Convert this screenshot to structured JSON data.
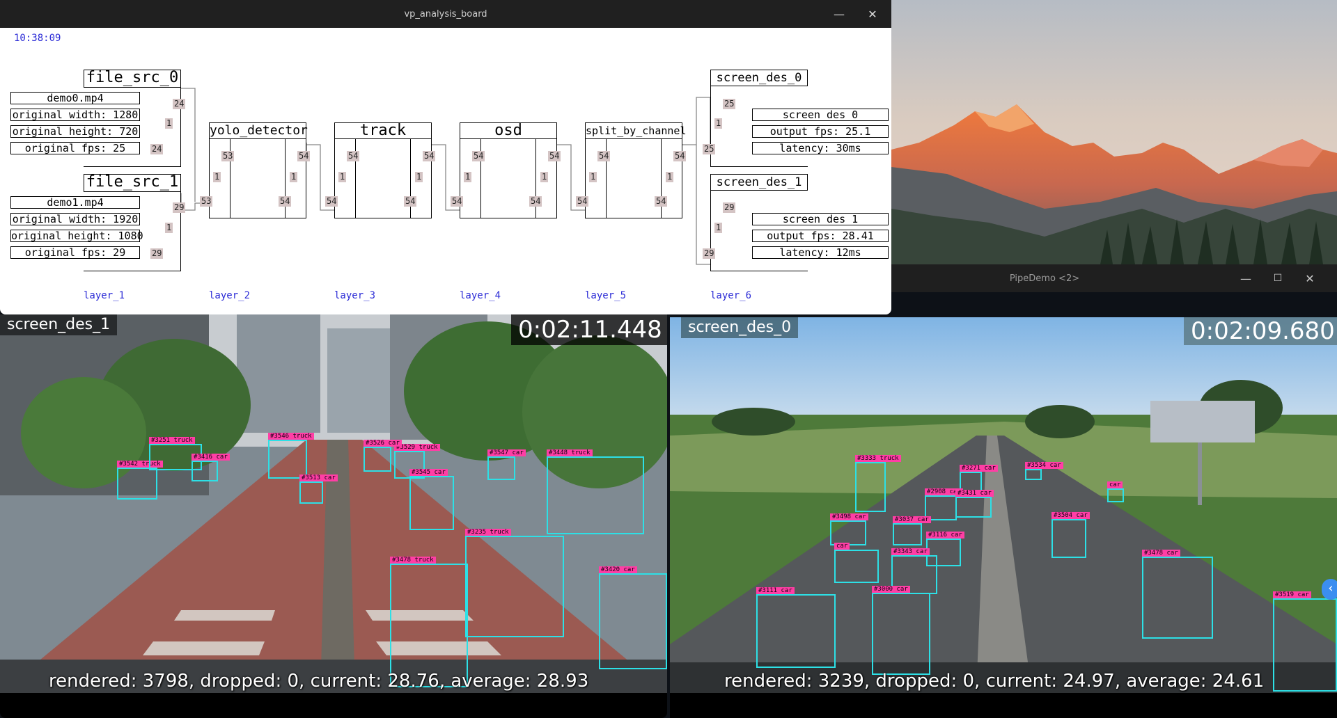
{
  "board": {
    "title": "vp_analysis_board",
    "clock": "10:38:09",
    "minimize": "—",
    "close": "✕",
    "nodes": {
      "file_src_0": {
        "title": "file_src_0",
        "props": [
          "demo0.mp4",
          "original_width: 1280",
          "original_height: 720",
          "original_fps: 25"
        ],
        "ports": {
          "out_top": "24",
          "mid": "1",
          "in_bottom": "24"
        }
      },
      "file_src_1": {
        "title": "file_src_1",
        "props": [
          "demo1.mp4",
          "original_width: 1920",
          "original_height: 1080",
          "original_fps: 29"
        ],
        "ports": {
          "out_top": "29",
          "mid": "1",
          "in_bottom": "29"
        }
      },
      "yolo_detector": {
        "title": "yolo_detector",
        "ports": {
          "in_a": "53",
          "in_b": "53",
          "mid_l": "1",
          "out_a": "54",
          "mid_r": "1",
          "out_b": "54"
        }
      },
      "track": {
        "title": "track",
        "ports": {
          "in_a": "54",
          "in_b": "54",
          "mid_l": "1",
          "out_a": "54",
          "mid_r": "1",
          "out_b": "54"
        }
      },
      "osd": {
        "title": "osd",
        "ports": {
          "in_a": "54",
          "in_b": "54",
          "mid_l": "1",
          "out_a": "54",
          "mid_r": "1",
          "out_b": "54"
        }
      },
      "split_by_channel": {
        "title": "split_by_channel",
        "ports": {
          "in_a": "54",
          "in_b": "54",
          "mid_l": "1",
          "out_a": "54",
          "mid_r": "1",
          "out_b": "54"
        }
      },
      "screen_des_0": {
        "title": "screen_des_0",
        "props": [
          "screen_des_0",
          "output_fps: 25.1",
          "latency: 30ms"
        ],
        "ports": {
          "top": "25",
          "mid": "1",
          "in": "25"
        }
      },
      "screen_des_1": {
        "title": "screen_des_1",
        "props": [
          "screen_des_1",
          "output_fps: 28.41",
          "latency: 12ms"
        ],
        "ports": {
          "top": "29",
          "mid": "1",
          "in": "29"
        }
      }
    },
    "layers": [
      "layer_1",
      "layer_2",
      "layer_3",
      "layer_4",
      "layer_5",
      "layer_6"
    ]
  },
  "pipedemo": {
    "title": "PipeDemo <2>",
    "minimize": "—",
    "maximize": "☐",
    "close": "✕"
  },
  "left_video": {
    "name": "screen_des_1",
    "timestamp": "0:02:11.448",
    "stats": "rendered: 3798, dropped: 0, current: 28.76, average: 28.93",
    "detections": [
      {
        "tag": "#3542 truck"
      },
      {
        "tag": "#3251 truck"
      },
      {
        "tag": "#3416 car"
      },
      {
        "tag": "#3546 truck"
      },
      {
        "tag": "#3513 car"
      },
      {
        "tag": "#3529 truck"
      },
      {
        "tag": "#3526 car"
      },
      {
        "tag": "#3545 car"
      },
      {
        "tag": "#3547 car"
      },
      {
        "tag": "#3448 truck"
      },
      {
        "tag": "#3235 truck"
      },
      {
        "tag": "#3478 truck"
      },
      {
        "tag": "#3420 car"
      }
    ]
  },
  "right_video": {
    "name": "screen_des_0",
    "timestamp": "0:02:09.680",
    "stats": "rendered: 3239, dropped: 0, current: 24.97, average: 24.61",
    "detections": [
      {
        "tag": "#3333 truck"
      },
      {
        "tag": "#3534 car"
      },
      {
        "tag": "car"
      },
      {
        "tag": "#3271 car"
      },
      {
        "tag": "#2908 car"
      },
      {
        "tag": "#3431 car"
      },
      {
        "tag": "#3498 car"
      },
      {
        "tag": "#3037 car"
      },
      {
        "tag": "#3116 car"
      },
      {
        "tag": "#3504 car"
      },
      {
        "tag": "car"
      },
      {
        "tag": "#3343 car"
      },
      {
        "tag": "#3478 car"
      },
      {
        "tag": "#3111 car"
      },
      {
        "tag": "#3000 car"
      },
      {
        "tag": "#3519 car"
      }
    ]
  },
  "colors": {
    "accent_blue": "#2b2bd6",
    "det_box": "#2de0e6",
    "det_tag": "#ff3ea5"
  }
}
